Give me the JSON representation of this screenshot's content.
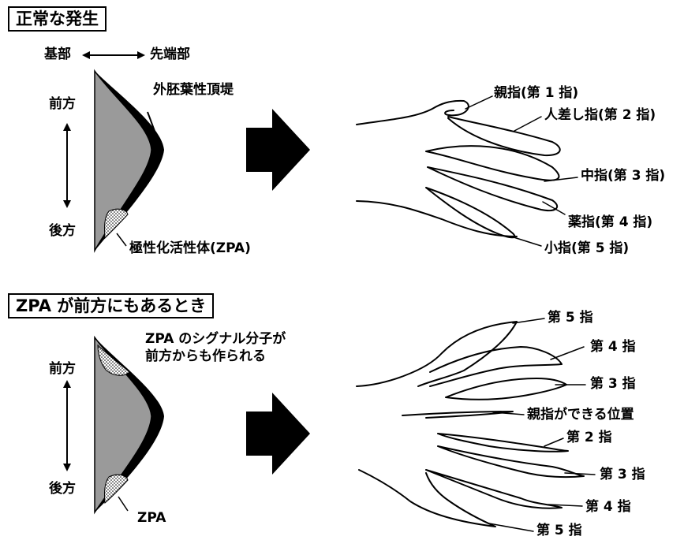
{
  "top": {
    "title": "正常な発生",
    "axis_proximal": "基部",
    "axis_distal": "先端部",
    "anterior": "前方",
    "posterior": "後方",
    "aer_label": "外胚葉性頂堤",
    "zpa_label": "極性化活性体(ZPA)",
    "digits": [
      "親指(第 1 指)",
      "人差し指(第 2 指)",
      "中指(第 3 指)",
      "薬指(第 4 指)",
      "小指(第 5 指)"
    ]
  },
  "bottom": {
    "title": "ZPA が前方にもあるとき",
    "anterior": "前方",
    "posterior": "後方",
    "anterior_zpa_line1": "ZPA のシグナル分子が",
    "anterior_zpa_line2": "前方からも作られる",
    "zpa_label": "ZPA",
    "digits": [
      "第 5 指",
      "第 4 指",
      "第 3 指",
      "親指ができる位置",
      "第 2 指",
      "第 3 指",
      "第 4 指",
      "第 5 指"
    ]
  },
  "colors": {
    "limb_bud": "#9a9a9a",
    "aer": "#000000",
    "zpa_dots": "#bdbdbd"
  }
}
